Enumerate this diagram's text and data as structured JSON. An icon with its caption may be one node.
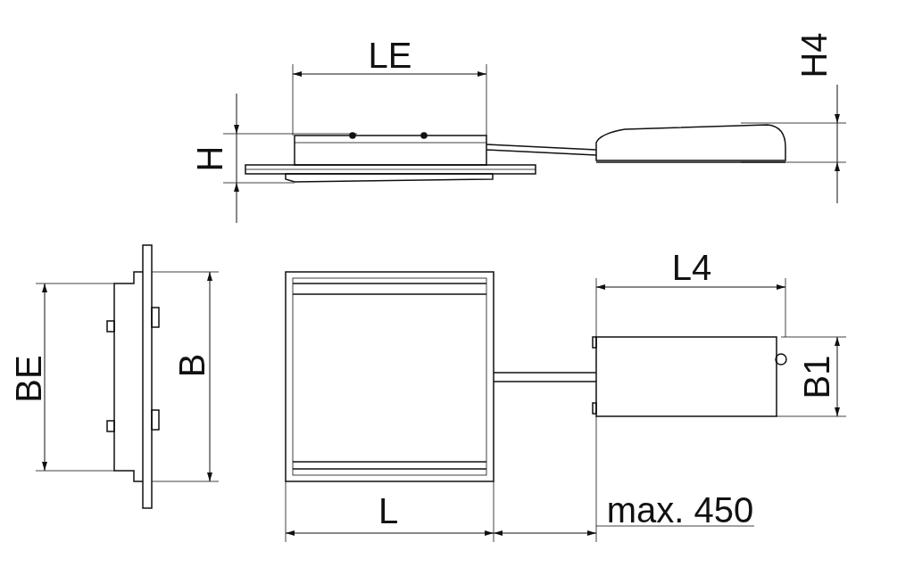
{
  "diagram": {
    "labels": [
      "LE",
      "H4",
      "H",
      "L4",
      "BE",
      "B",
      "B1",
      "L",
      "max. 450"
    ]
  }
}
